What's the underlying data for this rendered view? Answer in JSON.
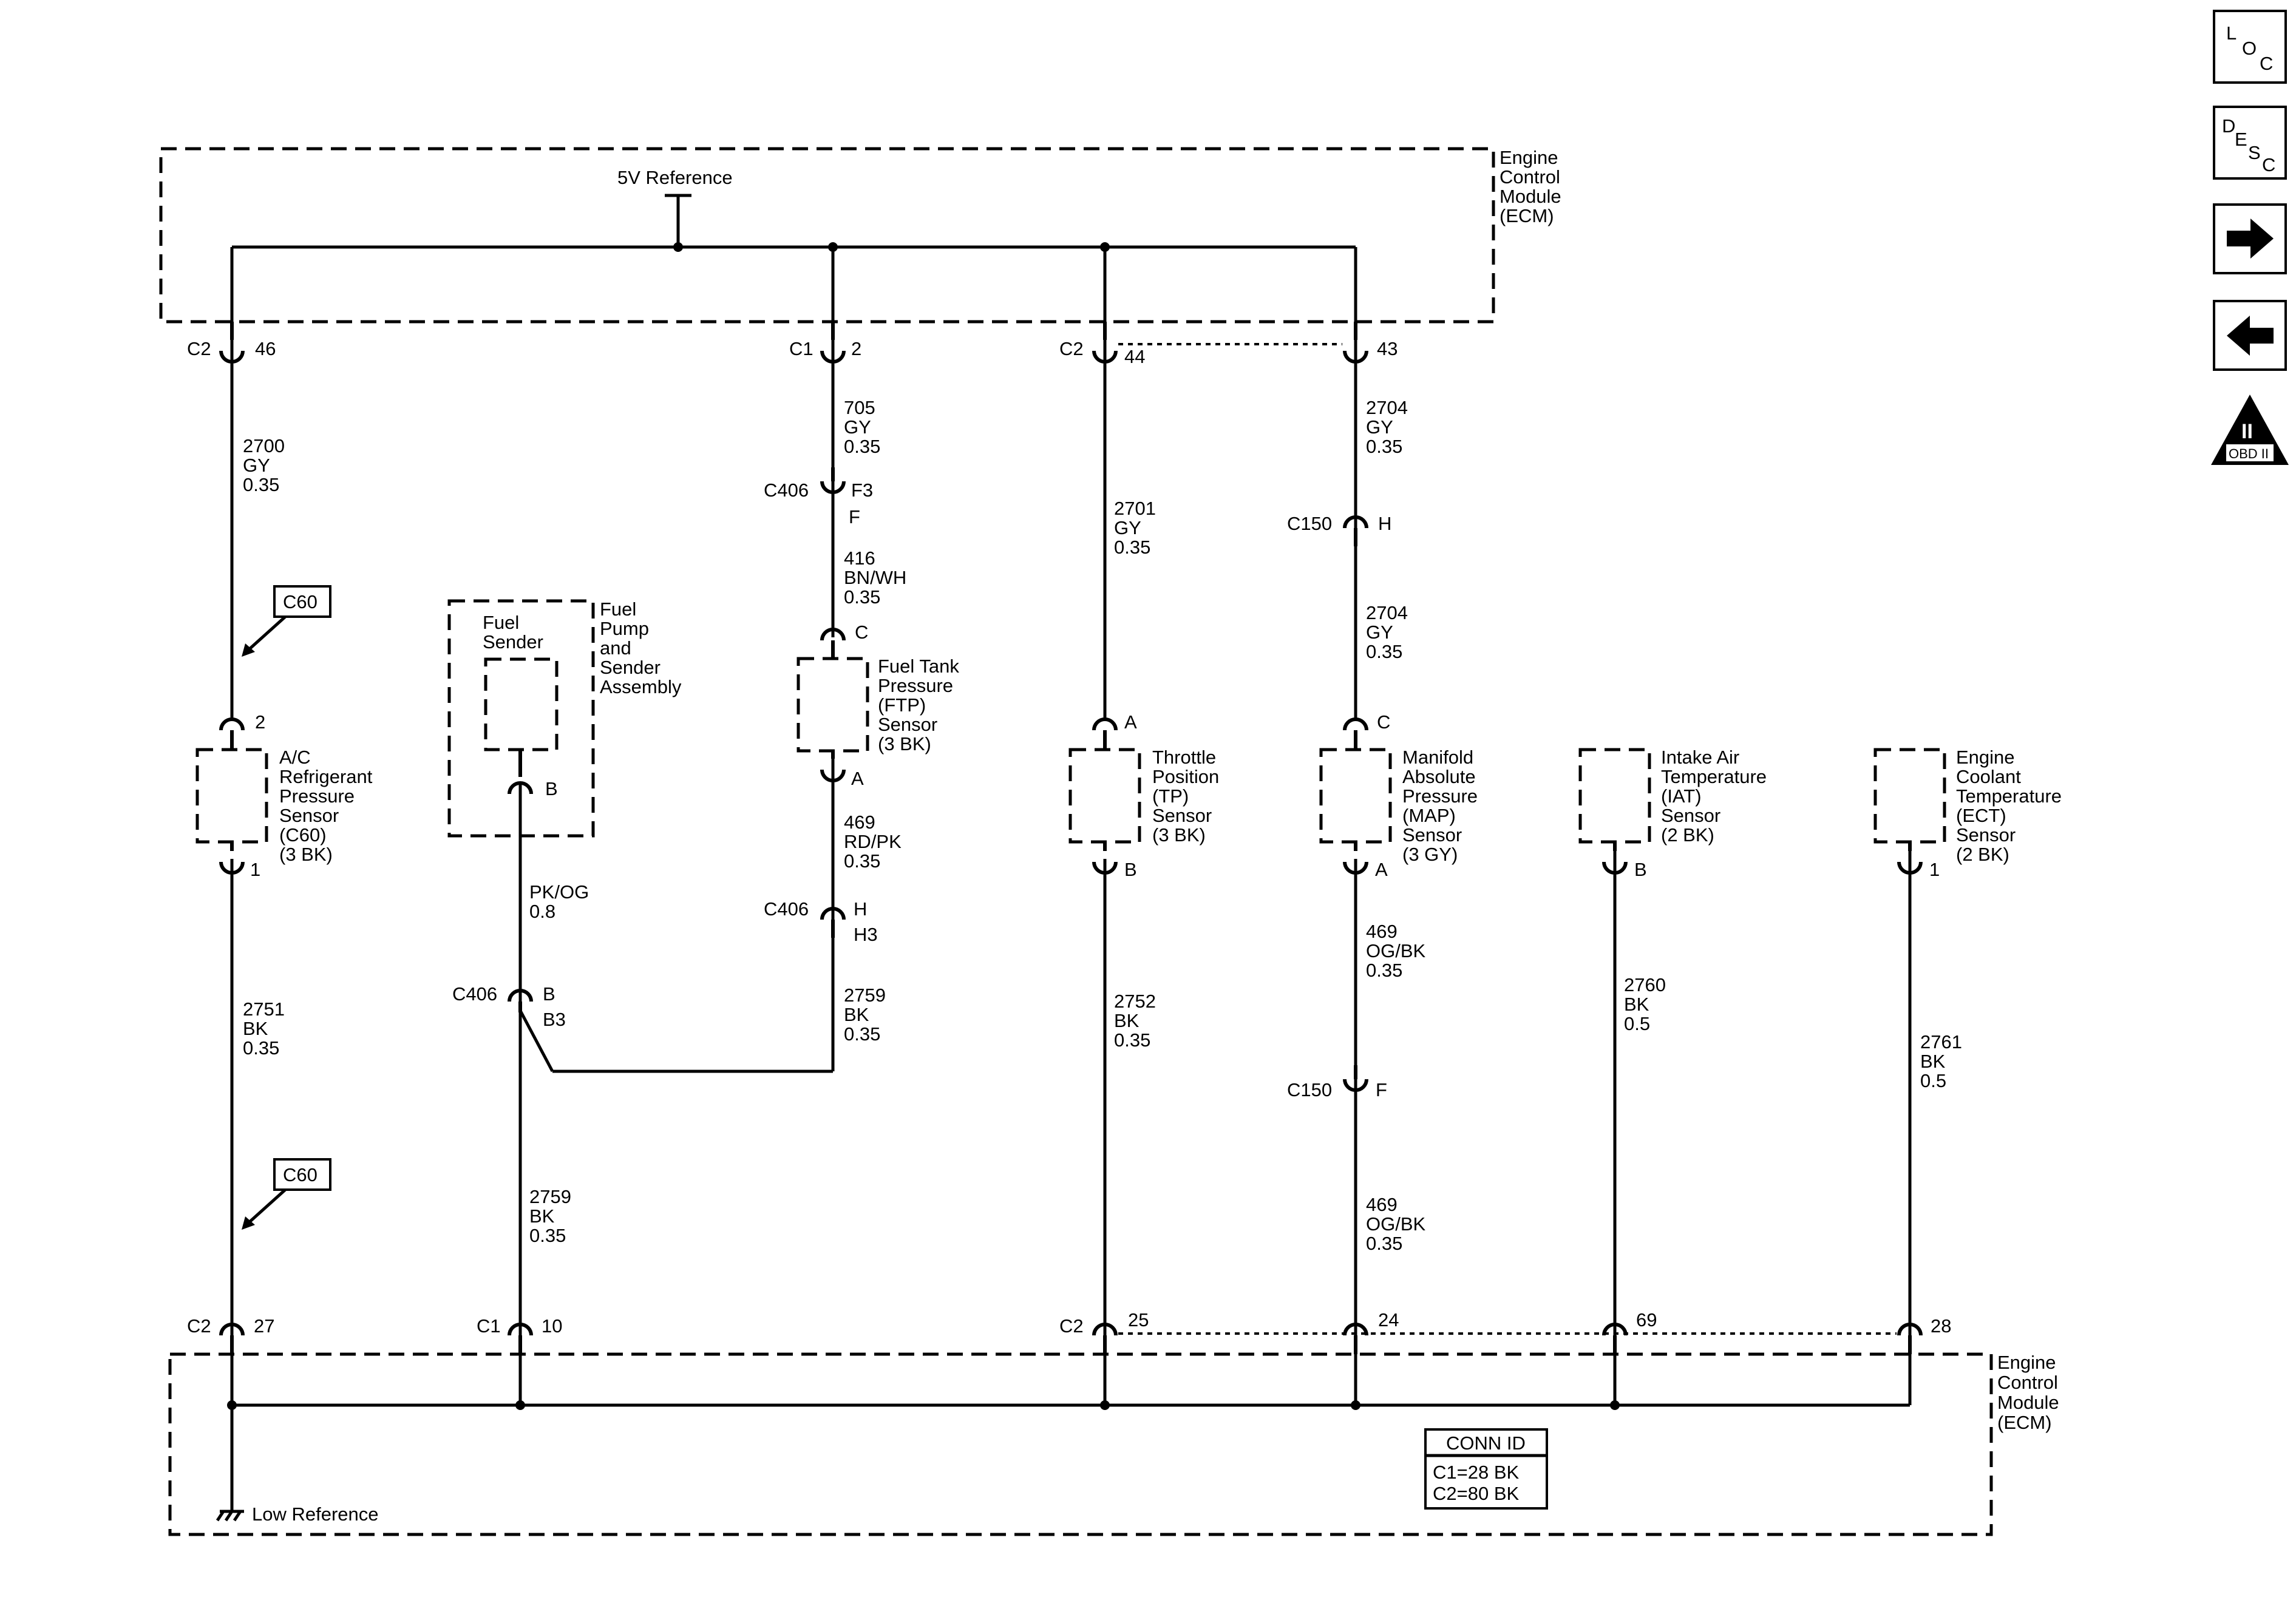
{
  "ecm": {
    "label_lines": [
      "Engine",
      "Control",
      "Module",
      "(ECM)"
    ]
  },
  "ref5v": "5V Reference",
  "low_ref": "Low Reference",
  "conn_id": {
    "title": "CONN ID",
    "c1": "C1=28 BK",
    "c2": "C2=80 BK"
  },
  "nav": {
    "loc": [
      "L",
      "O",
      "C"
    ],
    "desc": [
      "D",
      "E",
      "S",
      "C"
    ],
    "obd": "OBD II",
    "obd_roman": "II"
  },
  "top_connectors": [
    {
      "conn": "C2",
      "pin": "46"
    },
    {
      "conn": "C1",
      "pin": "2"
    },
    {
      "conn": "C2",
      "pin": "44"
    },
    {
      "conn": "",
      "pin": "43"
    }
  ],
  "bottom_connectors": [
    {
      "conn": "C2",
      "pin": "27"
    },
    {
      "conn": "C1",
      "pin": "10"
    },
    {
      "conn": "C2",
      "pin": "25"
    },
    {
      "conn": "",
      "pin": "24"
    },
    {
      "conn": "",
      "pin": "69"
    },
    {
      "conn": "",
      "pin": "28"
    }
  ],
  "wires": {
    "w2700": [
      "2700",
      "GY",
      "0.35"
    ],
    "w2751": [
      "2751",
      "BK",
      "0.35"
    ],
    "w705": [
      "705",
      "GY",
      "0.35"
    ],
    "w416": [
      "416",
      "BN/WH",
      "0.35"
    ],
    "w469rd": [
      "469",
      "RD/PK",
      "0.35"
    ],
    "w2759a": [
      "2759",
      "BK",
      "0.35"
    ],
    "wpkog": [
      "PK/OG",
      "0.8"
    ],
    "w2759b": [
      "2759",
      "BK",
      "0.35"
    ],
    "w2701": [
      "2701",
      "GY",
      "0.35"
    ],
    "w2752": [
      "2752",
      "BK",
      "0.35"
    ],
    "w2704a": [
      "2704",
      "GY",
      "0.35"
    ],
    "w2704b": [
      "2704",
      "GY",
      "0.35"
    ],
    "w469og1": [
      "469",
      "OG/BK",
      "0.35"
    ],
    "w469og2": [
      "469",
      "OG/BK",
      "0.35"
    ],
    "w2760": [
      "2760",
      "BK",
      "0.5"
    ],
    "w2761": [
      "2761",
      "BK",
      "0.5"
    ]
  },
  "inline": {
    "c406_f": {
      "conn": "C406",
      "p1": "F3",
      "p2": "F"
    },
    "c406_h": {
      "conn": "C406",
      "p1": "H",
      "p2": "H3"
    },
    "c406_b": {
      "conn": "C406",
      "p1": "B",
      "p2": "B3"
    },
    "c150_h": {
      "conn": "C150",
      "p1": "H"
    },
    "c150_f": {
      "conn": "C150",
      "p1": "F"
    }
  },
  "c60_ref": "C60",
  "components": {
    "ac": {
      "top_pin": "2",
      "bottom_pin": "1",
      "lines": [
        "A/C",
        "Refrigerant",
        "Pressure",
        "Sensor",
        "(C60)",
        "(3 BK)"
      ]
    },
    "pump": {
      "lines": [
        "Fuel",
        "Pump",
        "and",
        "Sender",
        "Assembly"
      ],
      "sender_lines": [
        "Fuel",
        "Sender"
      ],
      "pin": "B"
    },
    "ftp": {
      "top_pin": "C",
      "bottom_pin": "A",
      "lines": [
        "Fuel Tank",
        "Pressure",
        "(FTP)",
        "Sensor",
        "(3 BK)"
      ]
    },
    "tp": {
      "top_pin": "A",
      "bottom_pin": "B",
      "lines": [
        "Throttle",
        "Position",
        "(TP)",
        "Sensor",
        "(3 BK)"
      ]
    },
    "map": {
      "top_pin": "C",
      "bottom_pin": "A",
      "lines": [
        "Manifold",
        "Absolute",
        "Pressure",
        "(MAP)",
        "Sensor",
        "(3 GY)"
      ]
    },
    "iat": {
      "bottom_pin": "B",
      "lines": [
        "Intake Air",
        "Temperature",
        "(IAT)",
        "Sensor",
        "(2 BK)"
      ]
    },
    "ect": {
      "bottom_pin": "1",
      "lines": [
        "Engine",
        "Coolant",
        "Temperature",
        "(ECT)",
        "Sensor",
        "(2 BK)"
      ]
    }
  }
}
